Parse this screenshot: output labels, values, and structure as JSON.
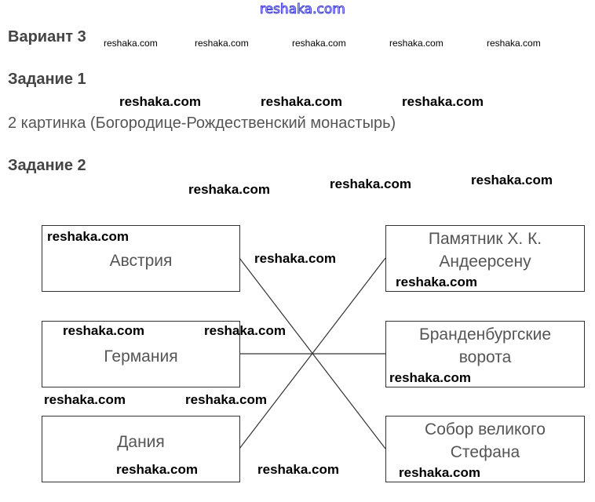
{
  "watermark": "reshaka.com",
  "variant_title": "Вариант 3",
  "task1": {
    "title": "Задание 1",
    "answer": "2 картинка (Богородице-Рождественский монастырь)"
  },
  "task2": {
    "title": "Задание 2",
    "left": [
      "Австрия",
      "Германия",
      "Дания"
    ],
    "right": [
      "Памятник Х. К. Андеерсену",
      "Бранденбургские ворота",
      "Собор великого Стефана"
    ],
    "matches": [
      [
        "Австрия",
        "Собор великого Стефана"
      ],
      [
        "Германия",
        "Бранденбургские ворота"
      ],
      [
        "Дания",
        "Памятник Х. К. Андеерсену"
      ]
    ]
  }
}
